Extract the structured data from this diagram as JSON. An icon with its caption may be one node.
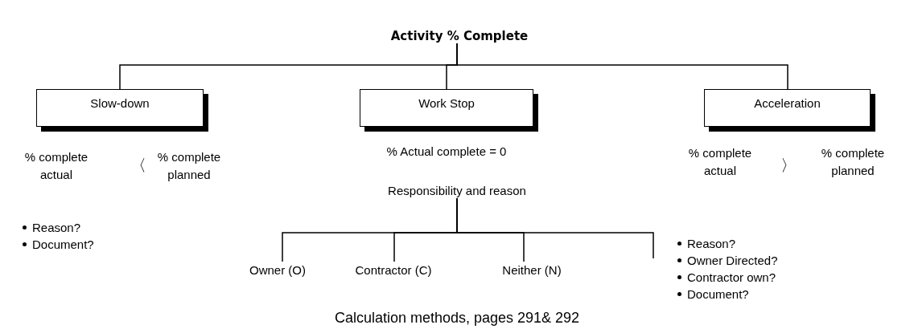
{
  "diagram": {
    "caption": "Calculation methods, pages 291& 292",
    "nodes": [
      {
        "text": [
          "Activity % Complete"
        ]
      },
      {
        "text": [
          "Slow-down"
        ]
      },
      {
        "text": [
          "Work Stop"
        ]
      },
      {
        "text": [
          "Acceleration"
        ]
      },
      {
        "text": [
          "Responsibility and reason"
        ]
      },
      {
        "text": [
          "Owner (O)"
        ]
      },
      {
        "text": [
          "Contractor (C)"
        ]
      },
      {
        "text": [
          "Neither (N)"
        ]
      }
    ],
    "edges": [
      {
        "from": 0,
        "to": 1,
        "arrow": "none"
      },
      {
        "from": 0,
        "to": 2,
        "arrow": "none"
      },
      {
        "from": 0,
        "to": 3,
        "arrow": "none"
      },
      {
        "from": 4,
        "to": 5,
        "arrow": "none"
      },
      {
        "from": 4,
        "to": 6,
        "arrow": "none"
      },
      {
        "from": 4,
        "to": 7,
        "arrow": "none"
      },
      {
        "from": 4,
        "to": null,
        "arrow": "none"
      }
    ],
    "labels": [
      "% complete actual",
      "〈",
      "% complete planned",
      "% Actual complete = 0",
      "% complete actual",
      "〉",
      "% complete planned",
      "Reason?",
      "Document?",
      "Reason?",
      "Owner Directed?",
      "Contractor own?",
      "Document?"
    ]
  }
}
